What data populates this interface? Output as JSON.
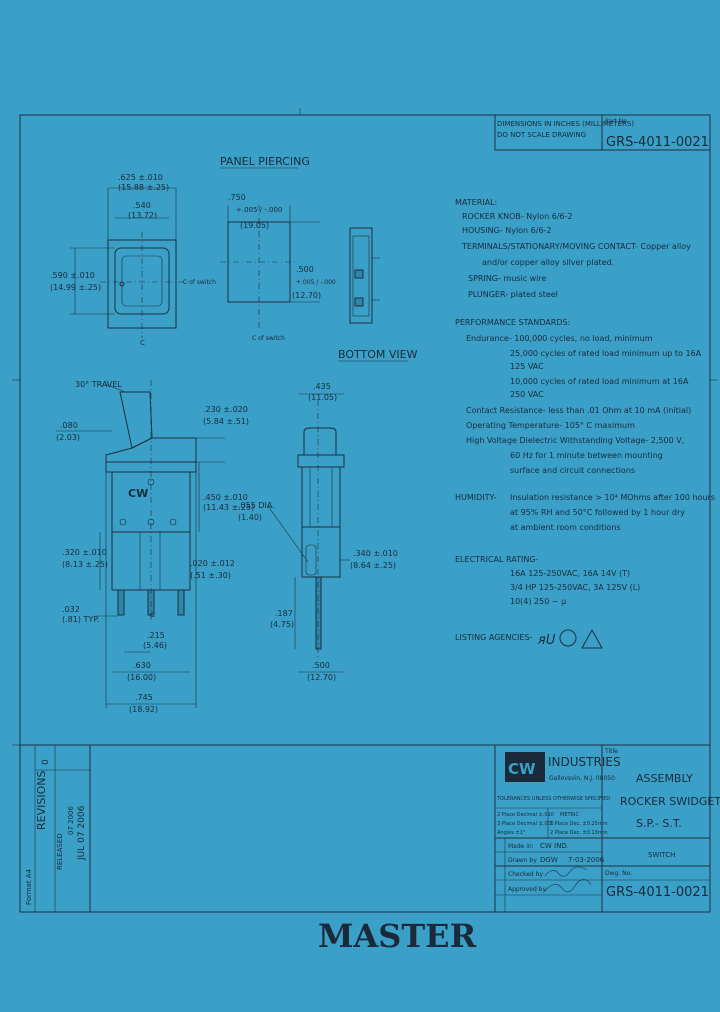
{
  "title_block": {
    "dimensions_note_1": "DIMENSIONS IN INCHES (MILLIMETERS)",
    "dimensions_note_2": "DO NOT SCALE DRAWING",
    "part_no_label": "Part No.",
    "part_no": "GRS-4011-0021",
    "company": "INDUSTRIES",
    "company_location": "Gallovsvin, N.J. 08050",
    "tolerances_title": "TOLERANCES UNLESS OTHERWISE SPECIFIED",
    "tol_1": "2 Place Decimal ±.010",
    "tol_2": "3 Place Decimal ±.005",
    "tol_3": "Angles ±1°",
    "metric_label": "METRIC",
    "metric_1": "1 Place Dec. ±0.25mm",
    "metric_2": "2 Place Dec. ±0.13mm",
    "made_in_label": "Made in:",
    "made_in": "CW IND.",
    "drawn_by_label": "Drawn by",
    "drawn_by": "DGW",
    "drawn_date": "7-03-2006",
    "checked_by_label": "Checked by",
    "approved_by_label": "Approved by",
    "title_label": "Title",
    "title_1": "ASSEMBLY",
    "title_2": "ROCKER SWIDGET",
    "title_3": "S.P.- S.T.",
    "type": "SWITCH",
    "dwg_no_label": "Dwg. No.",
    "dwg_no": "GRS-4011-0021"
  },
  "revisions": {
    "label": "REVISIONS",
    "rev": "0",
    "released_label": "RELEASED",
    "released_date": "07 2006",
    "released_date_2": "JUL 07 2006",
    "format": "Format A4"
  },
  "stamp": "MASTER",
  "views": {
    "panel_piercing": "PANEL PIERCING",
    "bottom_view": "BOTTOM VIEW",
    "cl_switch_1": "C of switch",
    "cl_switch_2": "C of switch",
    "dim_a": ".625 ±.010",
    "dim_a_mm": "(15.88 ±.25)",
    "dim_b": ".540",
    "dim_b_mm": "(13.72)",
    "dim_c": ".590 ±.010",
    "dim_c_mm": "(14.99 ±.25)",
    "dim_d": ".750",
    "dim_d_tol": "+.005 / -.000",
    "dim_d_mm": "(19.05)",
    "dim_e": ".500",
    "dim_e_tol": "+.005 / -.000",
    "dim_e_mm": "(12.70)",
    "dim_f": "30° TRAVEL",
    "dim_g": ".080",
    "dim_g_mm": "(2.03)",
    "dim_h": ".230 ±.020",
    "dim_h_mm": "(5.84 ±.51)",
    "dim_i": ".450 ±.010",
    "dim_i_mm": "(11.43 ±.25)",
    "dim_j": ".320 ±.010",
    "dim_j_mm": "(8.13 ±.25)",
    "dim_k": ".020 ±.012",
    "dim_k_mm": "(.51 ±.30)",
    "dim_l": ".032",
    "dim_l_mm": "(.81) TYP.",
    "dim_m": ".215",
    "dim_m_mm": "(5.46)",
    "dim_n": ".630",
    "dim_n_mm": "(16.00)",
    "dim_o": ".745",
    "dim_o_mm": "(18.92)",
    "dim_p": ".435",
    "dim_p_mm": "(11.05)",
    "dim_q": ".055 DIA.",
    "dim_q_mm": "(1.40)",
    "dim_r": ".340 ±.010",
    "dim_r_mm": "(8.64 ±.25)",
    "dim_s": ".187",
    "dim_s_mm": "(4.75)",
    "dim_t": ".500",
    "dim_t_mm": "(12.70)"
  },
  "notes": {
    "material_title": "MATERIAL:",
    "m1": "ROCKER KNOB- Nylon 6/6-2",
    "m2": "HOUSING- Nylon 6/6-2",
    "m3": "TERMINALS/STATIONARY/MOVING CONTACT- Copper alloy",
    "m4": "and/or copper alloy silver plated.",
    "m5": "SPRING- music wire",
    "m6": "PLUNGER- plated steel",
    "perf_title": "PERFORMANCE STANDARDS:",
    "p1": "Endurance- 100,000 cycles, no load, minimum",
    "p2": "25,000 cycles of rated load minimum up to 16A",
    "p3": "125 VAC",
    "p4": "10,000 cycles of rated load minimum at 16A",
    "p5": "250 VAC",
    "p6": "Contact Resistance- less than .01 Ohm at 10 mA (initial)",
    "p7": "Operating Temperature- 105° C maximum",
    "p8": "High Voltage Dielectric Withstanding Voltage- 2,500 V,",
    "p9": "60 Hz for 1 minute between mounting",
    "p10": "surface and circuit connections",
    "h_title": "HUMIDITY-",
    "h1": "Insulation resistance > 10⁴ MOhms after 100 hours",
    "h2": "at 95% RH and 50°C followed by 1 hour dry",
    "h3": "at ambient room conditions",
    "e_title": "ELECTRICAL RATING-",
    "e1": "16A 125-250VAC, 16A 14V (T)",
    "e2": "3/4 HP 125-250VAC, 3A 125V (L)",
    "e3": "10(4) 250 ~ μ",
    "listing": "LISTING AGENCIES-"
  }
}
